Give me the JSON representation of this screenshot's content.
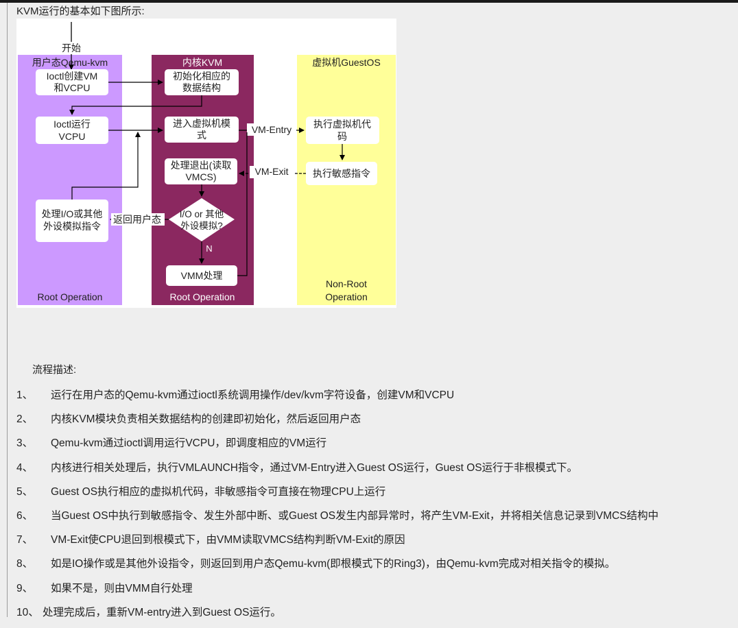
{
  "intro": "KVM运行的基本如下图所示:",
  "diagram": {
    "start": "开始",
    "col_user": {
      "title": "用户态Qemu-kvm",
      "footer": "Root Operation",
      "color": "#cc99ff"
    },
    "col_kernel": {
      "title": "内核KVM",
      "footer": "Root Operation",
      "color": "#8b2860"
    },
    "col_guest": {
      "title": "虚拟机GuestOS",
      "footer_line1": "Non-Root",
      "footer_line2": "Operation",
      "color": "#ffff99"
    },
    "boxes": {
      "ioctl_create_1": "Ioctl创建VM",
      "ioctl_create_2": "和VCPU",
      "init_1": "初始化相应的",
      "init_2": "数据结构",
      "ioctl_run_1": "Ioctl运行",
      "ioctl_run_2": "VCPU",
      "enter_1": "进入虚拟机模",
      "enter_2": "式",
      "exec_1": "执行虚拟机代",
      "exec_2": "码",
      "exit_handle_1": "处理退出(读取",
      "exit_handle_2": "VMCS)",
      "sensitive": "执行敏感指令",
      "io_1": "处理I/O或其他",
      "io_2": "外设模拟指令",
      "decision_1": "I/O or 其他",
      "decision_2": "外设模拟?",
      "vmm": "VMM处理"
    },
    "labels": {
      "vm_entry": "VM-Entry",
      "vm_exit": "VM-Exit",
      "return_user": "返回用户态",
      "no": "N"
    }
  },
  "flow_title": "流程描述:",
  "steps": [
    {
      "num": "1、",
      "text": "运行在用户态的Qemu-kvm通过ioctl系统调用操作/dev/kvm字符设备，创建VM和VCPU"
    },
    {
      "num": "2、",
      "text": "内核KVM模块负责相关数据结构的创建即初始化，然后返回用户态"
    },
    {
      "num": "3、",
      "text": "Qemu-kvm通过ioctl调用运行VCPU，即调度相应的VM运行"
    },
    {
      "num": "4、",
      "text": "内核进行相关处理后，执行VMLAUNCH指令，通过VM-Entry进入Guest OS运行，Guest OS运行于非根模式下。"
    },
    {
      "num": "5、",
      "text": "Guest OS执行相应的虚拟机代码，非敏感指令可直接在物理CPU上运行"
    },
    {
      "num": "6、",
      "text": "当Guest OS中执行到敏感指令、发生外部中断、或Guest OS发生内部异常时，将产生VM-Exit，并将相关信息记录到VMCS结构中"
    },
    {
      "num": "7、",
      "text": "VM-Exit使CPU退回到根模式下，由VMM读取VMCS结构判断VM-Exit的原因"
    },
    {
      "num": "8、",
      "text": "如是IO操作或是其他外设指令，则返回到用户态Qemu-kvm(即根模式下的Ring3)，由Qemu-kvm完成对相关指令的模拟。"
    },
    {
      "num": "9、",
      "text": "如果不是，则由VMM自行处理"
    },
    {
      "num": "10、",
      "text": "处理完成后，重新VM-entry进入到Guest OS运行。"
    }
  ]
}
